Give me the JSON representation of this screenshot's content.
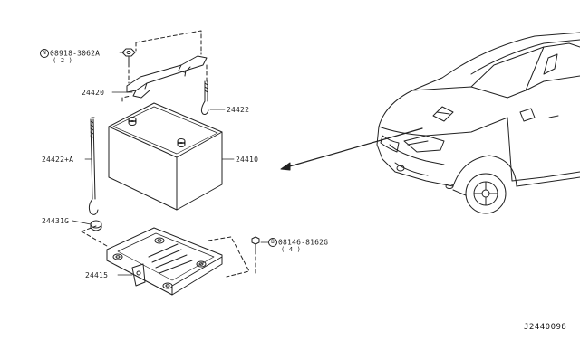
{
  "diagram": {
    "reference_code": "J2440098",
    "labels": {
      "nut_part": "08918-3062A",
      "nut_prefix_symbol": "N",
      "nut_qty": "( 2 )",
      "bolt_part": "08146-8162G",
      "bolt_prefix_symbol": "B",
      "bolt_qty": "( 4 )",
      "frame": "24420",
      "rod_right": "24422",
      "rod_left": "24422+A",
      "battery": "24410",
      "clip": "24431G",
      "tray": "24415"
    }
  },
  "colors": {
    "line": "#222222",
    "background": "#ffffff"
  },
  "icons": [
    "hex-nut-icon",
    "bolt-icon",
    "battery-icon",
    "car-icon"
  ]
}
